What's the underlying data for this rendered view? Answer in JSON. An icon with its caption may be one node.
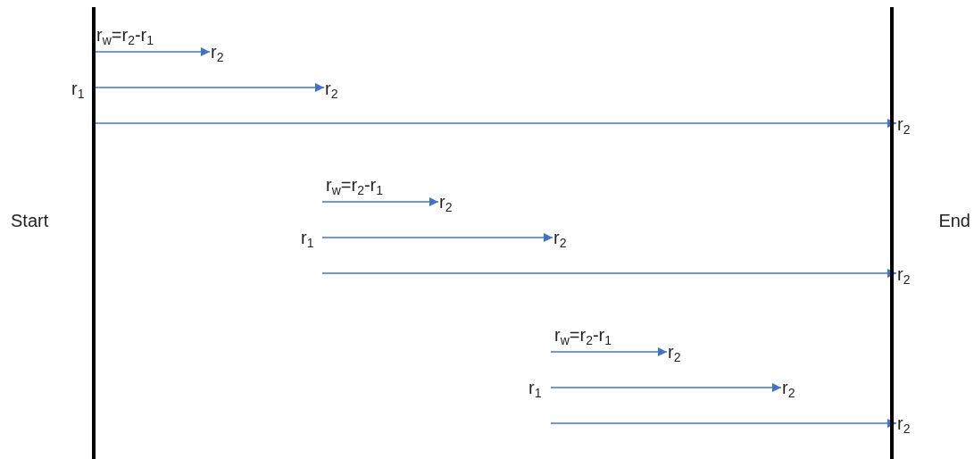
{
  "diagram": {
    "nodes": [
      {
        "text": [],
        "shape": "bar",
        "beside": [
          "Start"
        ]
      },
      {
        "text": [],
        "shape": "bar",
        "beside": [
          "End"
        ]
      },
      {
        "text": [
          "r$_{2}$"
        ]
      },
      {
        "text": [
          "r$_{1}$"
        ]
      },
      {
        "text": [
          "r$_{2}$"
        ]
      },
      {
        "text": [
          "r$_{2}$"
        ]
      },
      {
        "text": [
          "r$_{2}$"
        ]
      },
      {
        "text": [
          "r$_{1}$"
        ]
      },
      {
        "text": [
          "r$_{2}$"
        ]
      },
      {
        "text": [
          "r$_{2}$"
        ]
      },
      {
        "text": [
          "r$_{2}$"
        ]
      },
      {
        "text": [
          "r$_{1}$"
        ]
      },
      {
        "text": [
          "r$_{2}$"
        ]
      },
      {
        "text": [
          "r$_{2}$"
        ]
      }
    ],
    "edges": [
      {
        "from": 0,
        "to": 2,
        "arrow": "to",
        "label": "r$_{w}$=r$_{2}$-r$_{1}$"
      },
      {
        "from": 3,
        "to": 4,
        "arrow": "to"
      },
      {
        "from": 0,
        "to": 5,
        "arrow": "to"
      },
      {
        "from": null,
        "to": 6,
        "arrow": "to",
        "label": "r$_{w}$=r$_{2}$-r$_{1}$"
      },
      {
        "from": 7,
        "to": 8,
        "arrow": "to"
      },
      {
        "from": null,
        "to": 9,
        "arrow": "to"
      },
      {
        "from": null,
        "to": 10,
        "arrow": "to",
        "label": "r$_{w}$=r$_{2}$-r$_{1}$"
      },
      {
        "from": 11,
        "to": 12,
        "arrow": "to"
      },
      {
        "from": null,
        "to": 13,
        "arrow": "to"
      }
    ]
  }
}
